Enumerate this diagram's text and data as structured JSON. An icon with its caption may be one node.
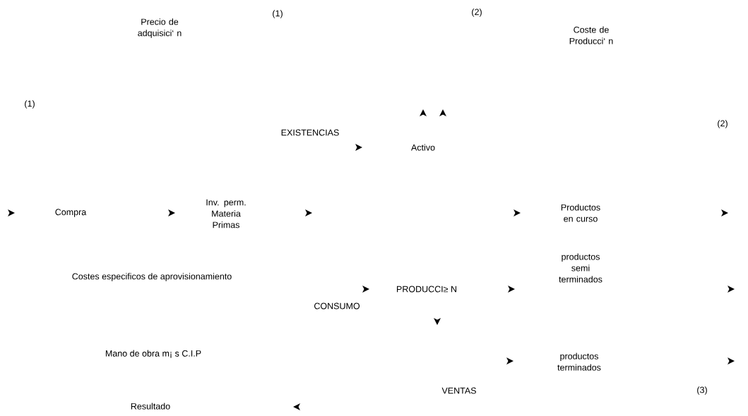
{
  "diagram": {
    "labels": [
      "(1)",
      "(2)",
      "Precio de adquisici‘ n",
      "Coste de Producci‘ n",
      "(1)",
      "(2)",
      "EXISTENCIAS",
      "Activo",
      "Compra",
      "Inv. perm. Materia Primas",
      "Productos en curso",
      "productos semi terminados",
      "Costes especificos de aprovisionamiento",
      "PRODUCCI≥ N",
      "CONSUMO",
      "Mano de obra m¡ s C.I.P",
      "productos terminados",
      "VENTAS",
      "(3)",
      "Resultado"
    ]
  }
}
